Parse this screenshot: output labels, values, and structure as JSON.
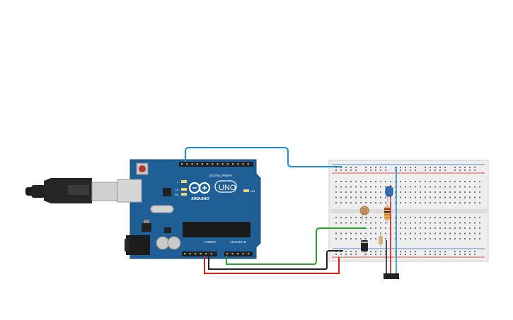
{
  "canvas": {
    "background": "#ffffff"
  },
  "arduino": {
    "logo_text": "ARDUINO",
    "model": "UNO",
    "digital_header": "DIGITAL (PWM~)",
    "power_label": "POWER",
    "analog_label": "ANALOG IN",
    "pin_l": "L",
    "pin_tx": "TX",
    "pin_rx": "RX",
    "pin_on": "ON",
    "board_color": "#1f5f96"
  },
  "breadboard": {
    "plus_label": "+",
    "minus_label": "-"
  },
  "wires": {
    "blue": "#1f8fd1",
    "red": "#d41c1c",
    "black": "#222222",
    "green": "#2aa02a"
  },
  "components": {
    "usb_cable": "usb-cable",
    "photoresistor": "photoresistor",
    "resistor_1": "resistor",
    "resistor_2": "resistor",
    "led": "led",
    "diode": "diode",
    "motor": "dc-motor"
  }
}
